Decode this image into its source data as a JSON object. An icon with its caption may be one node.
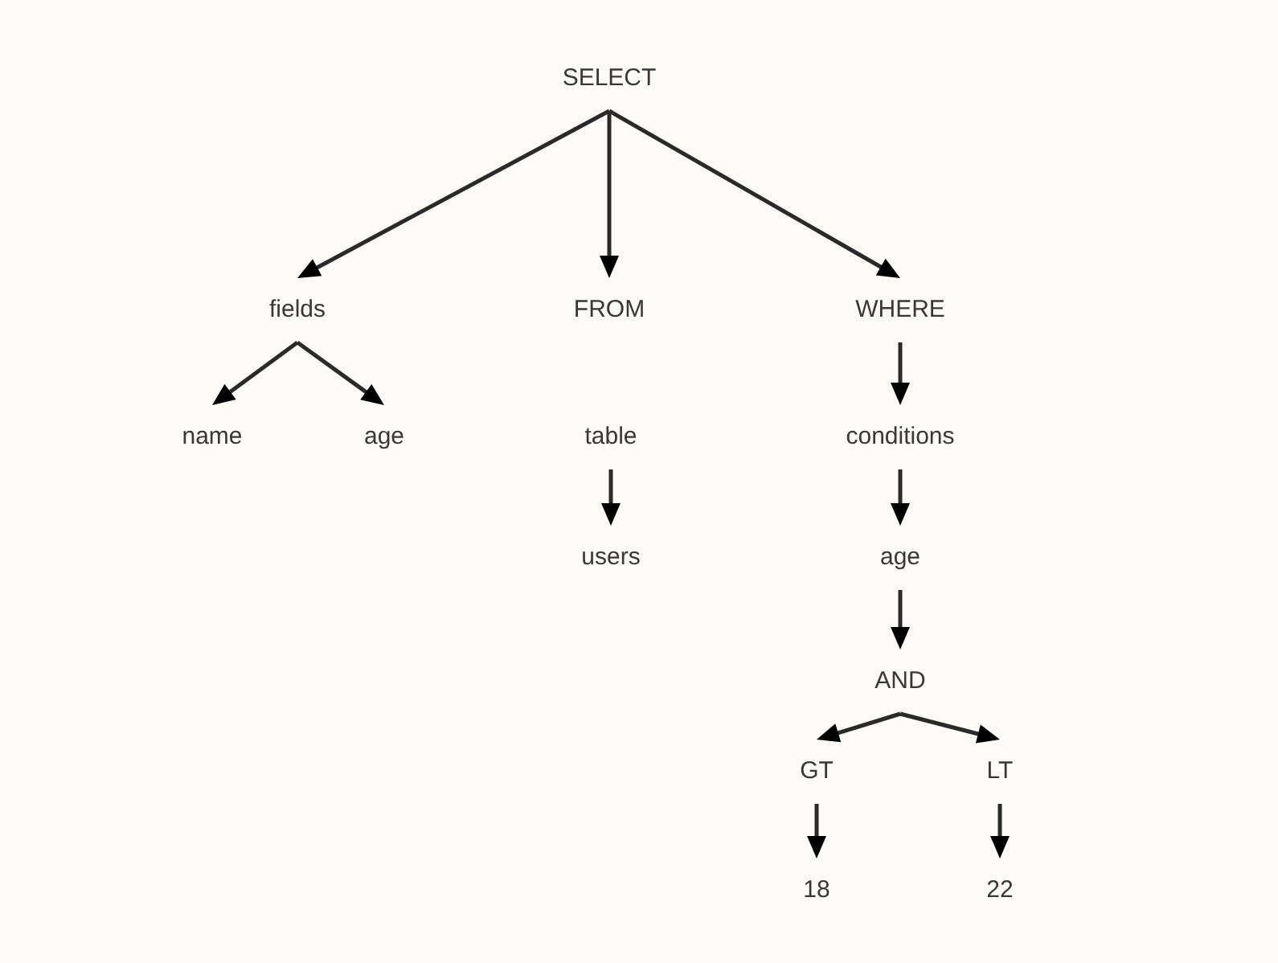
{
  "diagram": {
    "nodes": [
      {
        "text": [
          "SELECT"
        ]
      },
      {
        "text": [
          "fields"
        ]
      },
      {
        "text": [
          "FROM"
        ]
      },
      {
        "text": [
          "WHERE"
        ]
      },
      {
        "text": [
          "name"
        ]
      },
      {
        "text": [
          "age"
        ]
      },
      {
        "text": [
          "table"
        ]
      },
      {
        "text": [
          "conditions"
        ]
      },
      {
        "text": [
          "users"
        ]
      },
      {
        "text": [
          "age"
        ]
      },
      {
        "text": [
          "AND"
        ]
      },
      {
        "text": [
          "GT"
        ]
      },
      {
        "text": [
          "LT"
        ]
      },
      {
        "text": [
          "18"
        ]
      },
      {
        "text": [
          "22"
        ]
      }
    ],
    "edges": [
      {
        "from": 0,
        "to": 1,
        "arrow": "to"
      },
      {
        "from": 0,
        "to": 2,
        "arrow": "to"
      },
      {
        "from": 0,
        "to": 3,
        "arrow": "to"
      },
      {
        "from": 1,
        "to": 4,
        "arrow": "to"
      },
      {
        "from": 1,
        "to": 5,
        "arrow": "to"
      },
      {
        "from": 3,
        "to": 7,
        "arrow": "to"
      },
      {
        "from": 6,
        "to": 8,
        "arrow": "to"
      },
      {
        "from": 7,
        "to": 9,
        "arrow": "to"
      },
      {
        "from": 9,
        "to": 10,
        "arrow": "to"
      },
      {
        "from": 10,
        "to": 11,
        "arrow": "to"
      },
      {
        "from": 10,
        "to": 12,
        "arrow": "to"
      },
      {
        "from": 11,
        "to": 13,
        "arrow": "to"
      },
      {
        "from": 12,
        "to": 14,
        "arrow": "to"
      }
    ]
  }
}
